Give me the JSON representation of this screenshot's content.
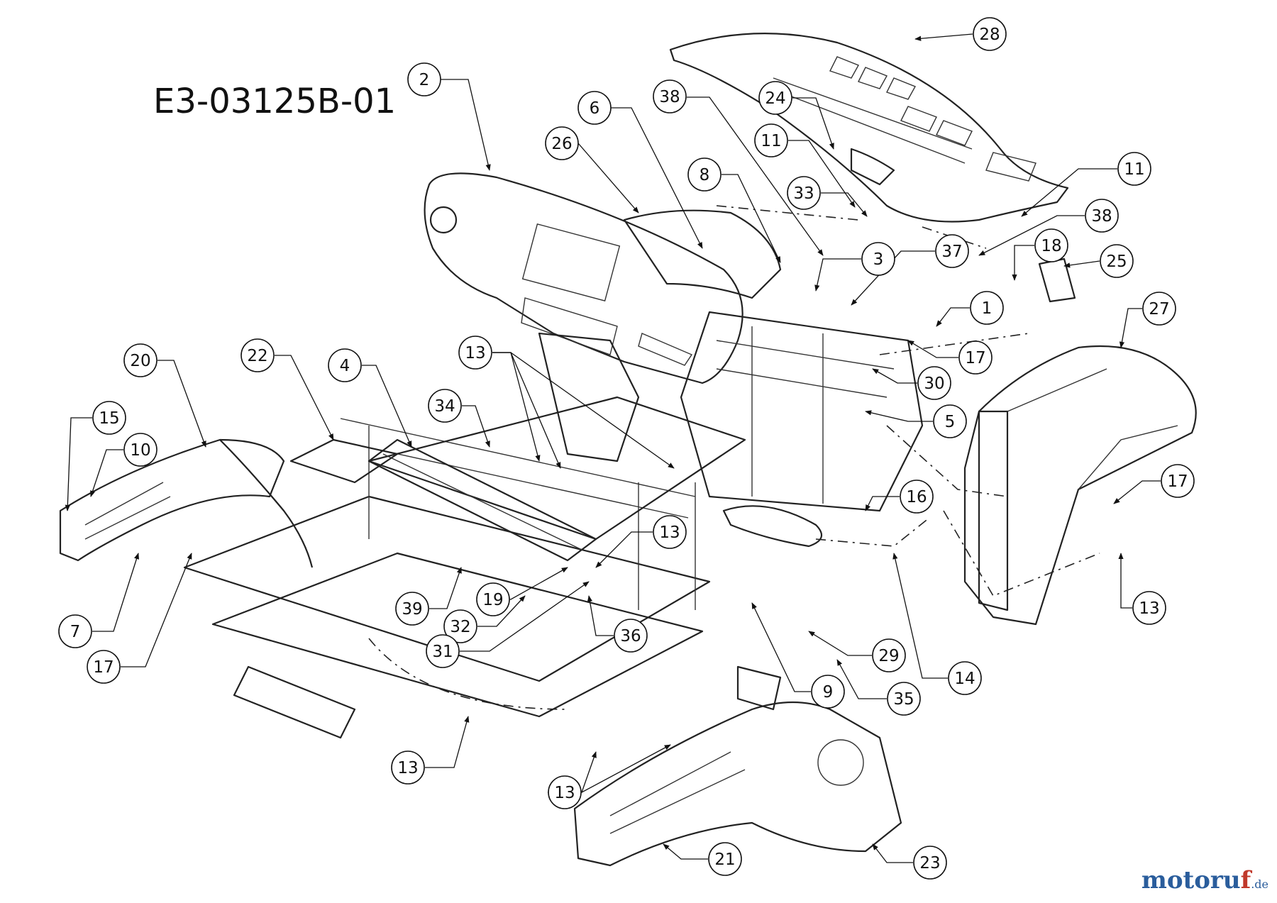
{
  "diagram_code": "E3-03125B-01",
  "watermark": {
    "brand_main": "motoru",
    "brand_accent": "f",
    "suffix": ".de"
  },
  "callouts": [
    "2",
    "6",
    "38",
    "26",
    "8",
    "24",
    "11",
    "33",
    "28",
    "11",
    "38",
    "3",
    "37",
    "18",
    "25",
    "1",
    "17",
    "30",
    "5",
    "27",
    "17",
    "16",
    "13",
    "13",
    "34",
    "4",
    "22",
    "20",
    "15",
    "10",
    "7",
    "17",
    "39",
    "32",
    "19",
    "31",
    "36",
    "13",
    "13",
    "21",
    "23",
    "9",
    "35",
    "29",
    "14",
    "13",
    "13"
  ]
}
